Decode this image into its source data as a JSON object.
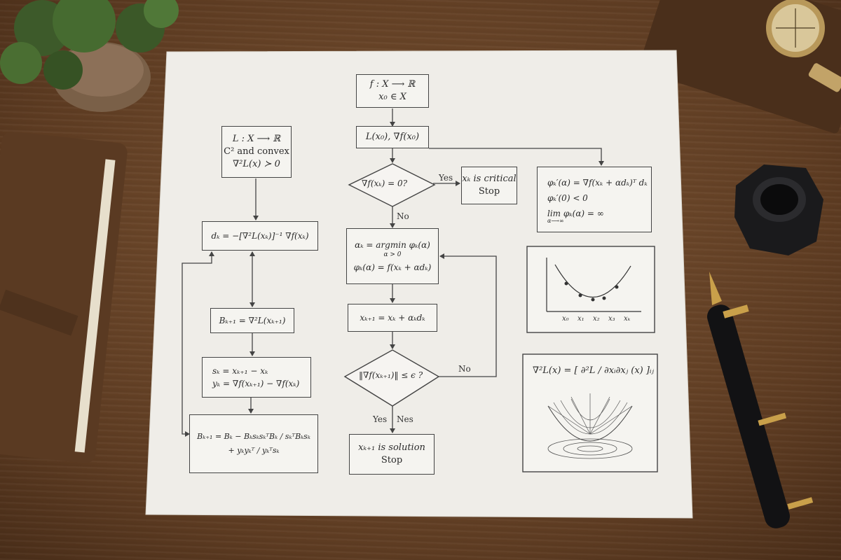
{
  "boxes": {
    "start_1": "f : X ⟶ ℝ",
    "start_2": "x₀ ∈ X",
    "init": "L(x₀), ∇f(x₀)",
    "lhess_1": "L : X ⟶ ℝ",
    "lhess_2": "C² and convex",
    "lhess_3": "∇²L(x) ≻ 0",
    "newton_dir": "dₖ = −[∇²L(xₖ)]⁻¹ ∇f(xₖ)",
    "critical_1": "xₖ is critical",
    "critical_2": "Stop",
    "phi_1": "φₖ′(α) = ∇f(xₖ + αdₖ)ᵀ dₖ",
    "phi_2": "φₖ′(0) < 0",
    "phi_3": "lim φₖ(α) = ∞",
    "phi_3_sub": "α⟶∞",
    "argmin_1": "αₖ = argmin φₖ(α)",
    "argmin_sub": "α > 0",
    "argmin_2": "φₖ(α) = f(xₖ + αdₖ)",
    "b_update": "Bₖ₊₁ = ∇²L(xₖ₊₁)",
    "x_update": "xₖ₊₁ = xₖ + αₖdₖ",
    "sy_1": "sₖ = xₖ₊₁ − xₖ",
    "sy_2": "yₖ = ∇f(xₖ₊₁) − ∇f(xₖ)",
    "bfgs_1": "Bₖ₊₁ = Bₖ − BₖsₖsₖᵀBₖ / sₖᵀBₖsₖ",
    "bfgs_2": "+ yₖyₖᵀ / yₖᵀsₖ",
    "solution_1": "xₖ₊₁ is solution",
    "solution_2": "Stop",
    "hessian_def": "∇²L(x) = [ ∂²L / ∂xᵢ∂xⱼ (x) ]ᵢⱼ"
  },
  "decisions": {
    "grad_zero": "∇f(xₖ) = 0?",
    "grad_tol": "‖∇f(xₖ₊₁)‖ ≤ ϵ ?"
  },
  "edge_labels": {
    "yes_1": "Yes",
    "no_1": "No",
    "no_2": "No",
    "yes_2": "Yes",
    "nes": "Nes"
  },
  "plot": {
    "ticks": [
      "x₀",
      "x₁",
      "x₂",
      "x₃",
      "xₖ"
    ]
  },
  "colors": {
    "paper": "#efede8",
    "ink": "#333333",
    "desk": "#6b4529"
  }
}
